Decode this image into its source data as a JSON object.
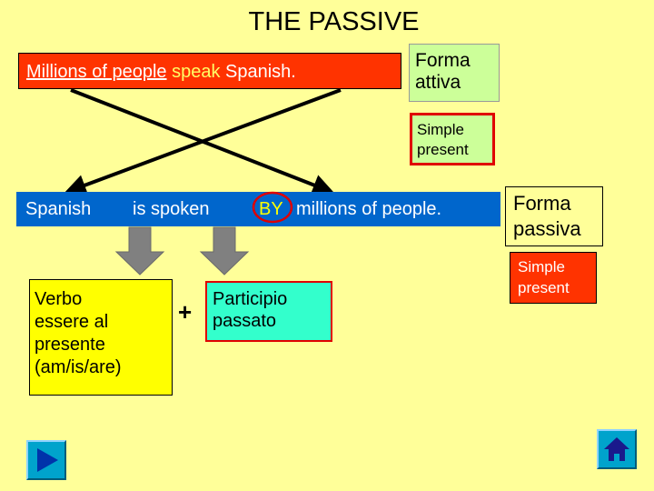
{
  "title": "THE PASSIVE",
  "active": {
    "subject": "Millions of people",
    "verb": "speak",
    "object": "Spanish."
  },
  "forma_attiva": {
    "line1": "Forma",
    "line2": "attiva"
  },
  "tense_top": {
    "line1": "Simple",
    "line2": "present"
  },
  "passive": {
    "subject": "Spanish",
    "verb": "is spoken",
    "by": "BY",
    "agent": "millions of people."
  },
  "forma_passiva": {
    "line1": "Forma",
    "line2": "passiva"
  },
  "tense_bottom": {
    "line1": "Simple",
    "line2": "present"
  },
  "verbo_box": {
    "line1": "Verbo",
    "line2": "essere al",
    "line3": "presente",
    "line4": "(am/is/are)"
  },
  "plus": "+",
  "participio_box": {
    "line1": "Participio",
    "line2": "passato"
  },
  "buttons": {
    "next_icon": "play-arrow-icon",
    "home_icon": "home-icon"
  },
  "colors": {
    "background": "#FFFF99",
    "active_box": "#FF3300",
    "passive_bar": "#0066CC",
    "highlight": "#FFFF00",
    "tense_box": "#CCFF99",
    "participio": "#33FFCC",
    "circle": "#E00000",
    "nav_button": "#00A3CC"
  }
}
